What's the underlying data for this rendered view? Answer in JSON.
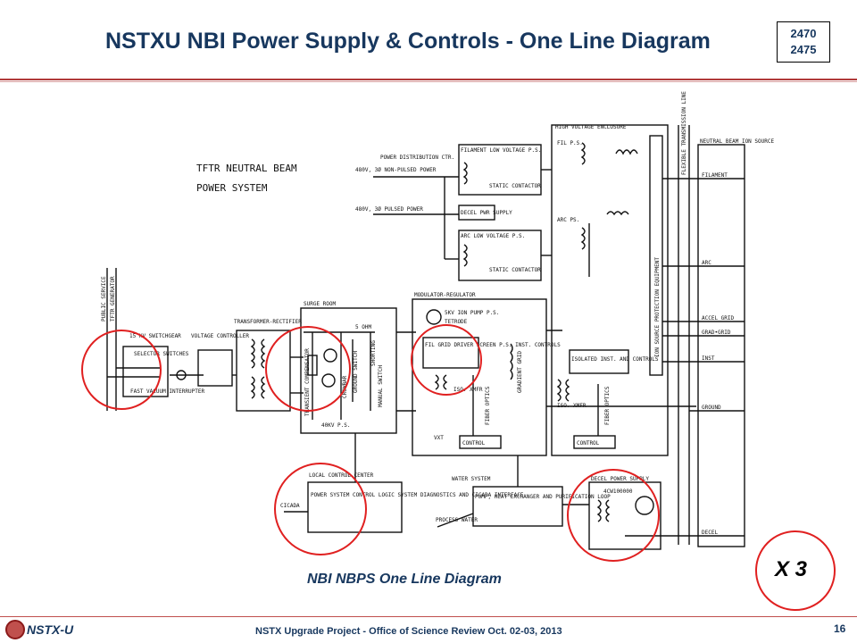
{
  "header": {
    "title": "NSTXU NBI Power Supply & Controls - One Line Diagram",
    "wbs_line1": "2470",
    "wbs_line2": "2475"
  },
  "diagram": {
    "title_line1": "TFTR NEUTRAL BEAM",
    "title_line2": "POWER SYSTEM",
    "left_vertical_1": "PUBLIC SERVICE",
    "left_vertical_2": "TFTR GENERATOR",
    "switchgear": "15 KV SWITCHGEAR",
    "selector_switches": "SELECTOR SWITCHES",
    "fast_vacuum": "FAST VACUUM INTERRUPTER",
    "voltage_controller": "VOLTAGE CONTROLLER",
    "transformer_rectifier": "TRANSFORMER-RECTIFIER",
    "surge_room": "SURGE ROOM",
    "surge_ohm": "5 OHM",
    "crowbar": "CROWBAR",
    "transient_comp": "TRANSIENT COMPENSATOR",
    "ground_switch": "GROUND SWITCH",
    "shorting": "SHORTING",
    "manual_switch": "MANUAL SWITCH",
    "surge_ps": "40KV P.S.",
    "power_dist": "POWER DISTRIBUTION CTR.",
    "nonpulsed_power": "480V, 3Ø NON-PULSED POWER",
    "pulsed_power": "480V, 3Ø PULSED POWER",
    "filament_lv": "FILAMENT LOW VOLTAGE P.S.",
    "static_contactor_1": "STATIC CONTACTOR",
    "decel_pwr_supply": "DECEL PWR SUPPLY",
    "arc_lv": "ARC LOW VOLTAGE P.S.",
    "static_contactor_2": "STATIC CONTACTOR",
    "hv_enclosure": "HIGH VOLTAGE ENCLOSURE",
    "fil_ps": "FIL P.S.",
    "arc_ps": "ARC PS.",
    "ion_source_prot": "ION SOURCE PROTECTION EQUIPMENT",
    "flexible_line": "FLEXIBLE TRANSMISSION LINE",
    "modulator_regulator": "MODULATOR-REGULATOR",
    "ion_pump": "5KV ION PUMP P.S.",
    "tetrode": "TETRODE",
    "fil_grid_driver": "FIL GRID DRIVER SCREEN P.S. INST. CONTROLS",
    "gradient_grid": "GRADIENT GRID",
    "iso_xmfr": "ISO. XMFR",
    "fiber_optics_1": "FIBER OPTICS",
    "control_1": "CONTROL",
    "isolated_inst": "ISOLATED INST. AND CONTROLS",
    "iso_xmfr_2": "ISO. XMFR",
    "fiber_optics_2": "FIBER OPTICS",
    "control_2": "CONTROL",
    "neutral_beam": "NEUTRAL BEAM ION SOURCE",
    "filament": "FILAMENT",
    "arc": "ARC",
    "accel_grid": "ACCEL GRID",
    "grad_grid": "GRAD•GRID",
    "inst": "INST",
    "ground": "GROUND",
    "decel": "DECEL",
    "local_control_center": "LOCAL CONTROL CENTER",
    "lcc_text": "POWER SYSTEM CONTROL LOGIC SYSTEM DIAGNOSTICS AND CICADA INTERFACE",
    "cicada": "CICADA",
    "water_system": "WATER SYSTEM",
    "water_text": "PUMP, HEAT EXCHANGER AND PURIFICATION LOOP",
    "process_water": "PROCESS WATER",
    "decel_power_supply": "DECEL POWER SUPPLY",
    "decel_tube": "4CW100000",
    "vxt": "VXT"
  },
  "caption": "NBI NBPS  One Line Diagram",
  "badge": "X 3",
  "footer": {
    "logo_text": "NSTX-U",
    "center_text": "NSTX Upgrade Project - Office of Science Review Oct. 02-03, 2013",
    "page_number": "16"
  },
  "colors": {
    "title": "#17375e",
    "highlight_circle": "#e02020",
    "rule": "#c0504d"
  }
}
